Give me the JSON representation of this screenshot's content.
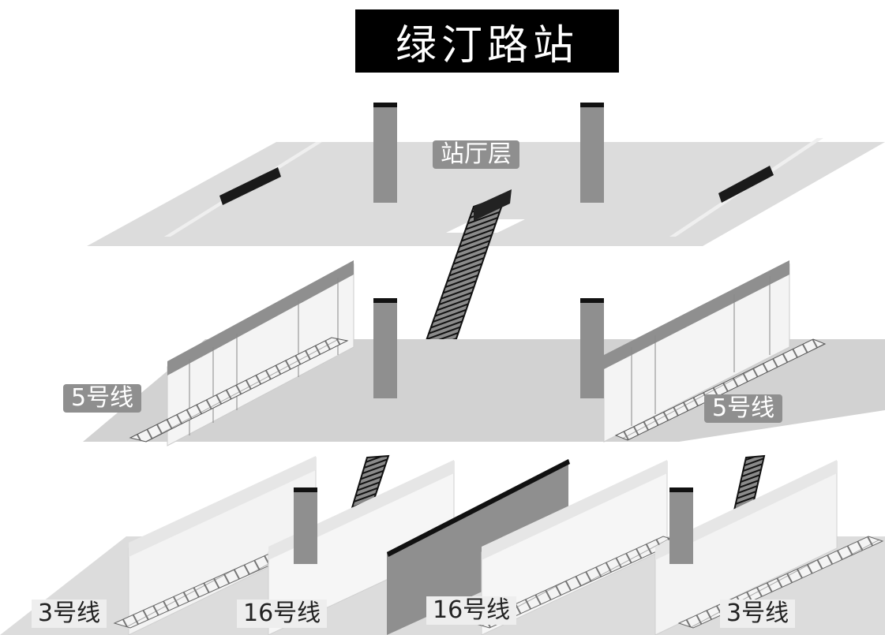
{
  "title": "绿汀路站",
  "levels": {
    "concourse": "站厅层"
  },
  "line_labels": {
    "l5_left": "5号线",
    "l5_right": "5号线",
    "l3_left": "3号线",
    "l16_left": "16号线",
    "l16_right": "16号线",
    "l3_right": "3号线"
  }
}
